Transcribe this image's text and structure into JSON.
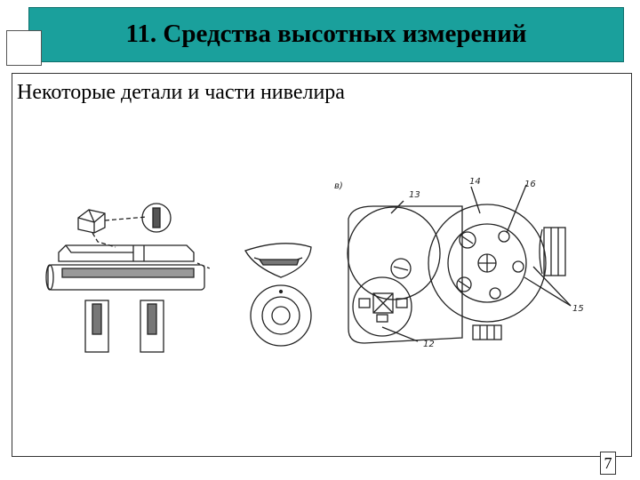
{
  "slide": {
    "title": "11. Средства высотных измерений",
    "subtitle": "Некоторые детали и части нивелира",
    "page_number": "7"
  },
  "figure": {
    "panel_label": "в)",
    "callouts": [
      "13",
      "14",
      "16",
      "15",
      "12"
    ]
  },
  "colors": {
    "title_bar": "#1aa09c",
    "frame": "#333333"
  }
}
